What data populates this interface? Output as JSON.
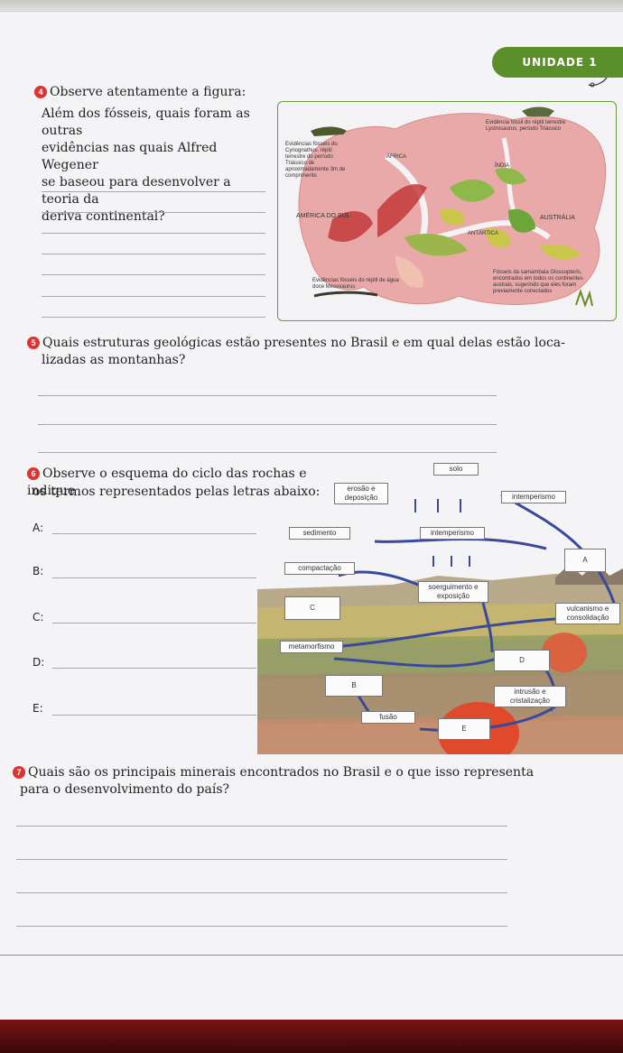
{
  "header": {
    "unit_label": "UNIDADE 1"
  },
  "q4": {
    "number": "4",
    "title": "Observe atentamente a figura:",
    "body": [
      "Além dos fósseis, quais foram as outras",
      "evidências nas quais Alfred Wegener",
      "se baseou para desenvolver a teoria da",
      "deriva continental?"
    ]
  },
  "map": {
    "labels": {
      "cynognathus": "Evidências fósseis do Cynognathus, réptil terrestre do período Triássico de aproximadamente 3m de comprimento",
      "lystrosaurus": "Evidência fóssil do réptil terrestre Lystrosaurus, período Triássico",
      "africa": "ÁFRICA",
      "india": "ÍNDIA",
      "america_sul": "AMÉRICA DO SUL",
      "australia": "AUSTRÁLIA",
      "antartica": "ANTÁRTICA",
      "mesosaurus": "Evidências fósseis do réptil de água doce Mesosaurus",
      "glossopteris": "Fósseis da samambaia Glossopteris, encontrados em todos os continentes austrais, sugerindo que eles foram previamente conectados"
    }
  },
  "q5": {
    "number": "5",
    "body": [
      "Quais estruturas geológicas estão presentes no Brasil e em qual delas estão loca-",
      "lizadas as montanhas?"
    ]
  },
  "q6": {
    "number": "6",
    "body": [
      "Observe o esquema do ciclo das rochas e indique",
      "os termos representados pelas letras abaixo:"
    ],
    "items": [
      "A:",
      "B:",
      "C:",
      "D:",
      "E:"
    ]
  },
  "scheme": {
    "solo": "solo",
    "erosao": "erosão e deposição",
    "intemperismo_right": "intemperismo",
    "sedimento": "sedimento",
    "intemperismo": "intemperismo",
    "a": "A",
    "compactacao": "compactação",
    "soerguimento": "soerguimento e exposição",
    "c": "C",
    "vulcanismo": "vulcanismo e consolidação",
    "metamorfismo": "metamorfismo",
    "d": "D",
    "b": "B",
    "intrusao": "intrusão e cristalização",
    "fusao": "fusão",
    "e": "E"
  },
  "q7": {
    "number": "7",
    "body": [
      "Quais são os principais minerais encontrados no Brasil e o que isso representa",
      "para o desenvolvimento do país?"
    ]
  }
}
